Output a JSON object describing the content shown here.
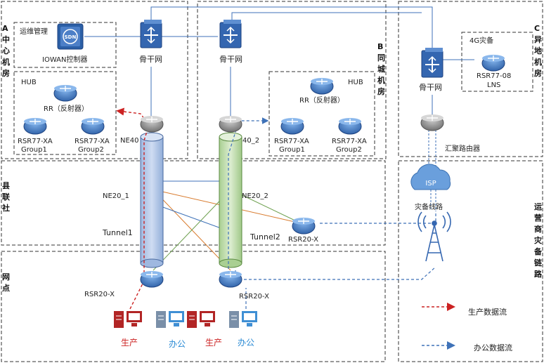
{
  "zones": {
    "a_center": [
      "A",
      "中",
      "心",
      "机",
      "房"
    ],
    "b_city": [
      "B",
      "同",
      "城",
      "机",
      "房"
    ],
    "c_remote": [
      "C",
      "异",
      "地",
      "机",
      "房"
    ],
    "county": [
      "县",
      "联",
      "社"
    ],
    "branch": [
      "网",
      "点"
    ],
    "carrier": [
      "运",
      "营",
      "商",
      "灾",
      "备",
      "链",
      "路"
    ]
  },
  "labels": {
    "ops_mgmt": "运维管理",
    "iowan": "IOWAN控制器",
    "backbone_a": "骨干网",
    "backbone_b": "骨干网",
    "backbone_c": "骨干网",
    "hub_a": "HUB",
    "hub_b": "HUB",
    "rr_a": "RR（反射器）",
    "rr_b": "RR（反射器）",
    "rsr77_a1": [
      "RSR77-XA",
      "Group1"
    ],
    "rsr77_a2": [
      "RSR77-XA",
      "Group2"
    ],
    "rsr77_b1": [
      "RSR77-XA",
      "Group1"
    ],
    "rsr77_b2": [
      "RSR77-XA",
      "Group2"
    ],
    "ne40_1": "NE40",
    "ne40_2": "40_2",
    "disaster_4g": "4G灾备",
    "lns": [
      "RSR77-08",
      "LNS"
    ],
    "aggregation": "汇聚路由器",
    "isp": "ISP",
    "backup_line": "灾备线路",
    "ne20_1": "NE20_1",
    "ne20_2": "NE20_2",
    "tunnel1": "Tunnel1",
    "tunnel2": "Tunnel2",
    "rsr20_right": "RSR20-X",
    "rsr20_left": "RSR20-X",
    "rsr20_mid": "RSR20-X",
    "prod1": "生产",
    "office1": "办公",
    "prod2": "生产",
    "office2": "办公"
  },
  "legend": {
    "production": "生产数据流",
    "office": "办公数据流"
  },
  "colors": {
    "production": "#cc2222",
    "office": "#3f72b8",
    "tunnel1_fill": "#b4c7e7",
    "tunnel2_fill": "#c5e0b4",
    "link_blue": "#3f72b8",
    "link_orange": "#d87a2c",
    "link_green": "#6ea04f"
  }
}
